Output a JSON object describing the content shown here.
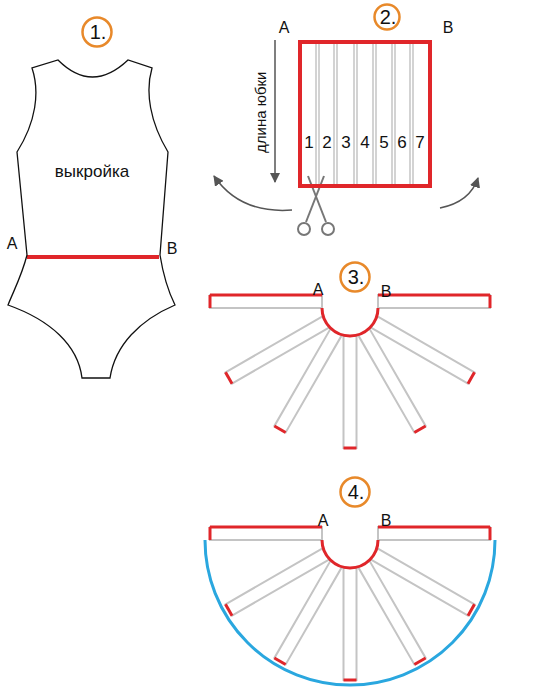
{
  "diagram": {
    "nodes": [
      {
        "text": [
          "1."
        ]
      },
      {
        "text": [
          "2."
        ]
      },
      {
        "text": [
          "выкройка"
        ]
      },
      {
        "text": [
          "1",
          "2",
          "3",
          "4",
          "5",
          "6",
          "7"
        ]
      },
      {
        "text": [
          "3."
        ]
      },
      {
        "text": [
          "4."
        ]
      }
    ],
    "labels": [
      "A",
      "B",
      "A",
      "B",
      "длина юбки",
      "A",
      "B",
      "A",
      "B"
    ]
  }
}
